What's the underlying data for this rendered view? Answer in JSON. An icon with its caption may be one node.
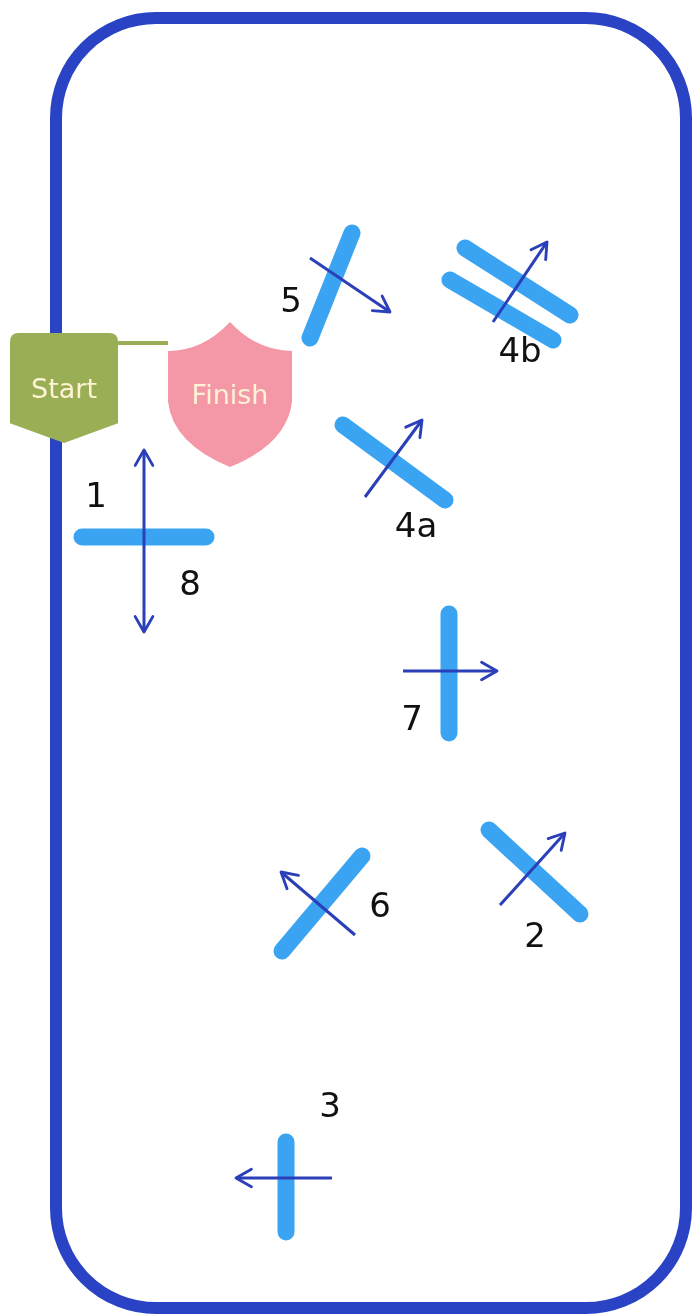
{
  "diagram": {
    "nodes": [
      {
        "text": [
          "Start"
        ]
      },
      {
        "text": [
          "Finish"
        ]
      }
    ],
    "edges": [
      {
        "from": 0,
        "to": 1,
        "arrow": "none"
      }
    ],
    "labels": [
      "5",
      "4b",
      "1",
      "4a",
      "8",
      "7",
      "6",
      "2",
      "3"
    ]
  }
}
